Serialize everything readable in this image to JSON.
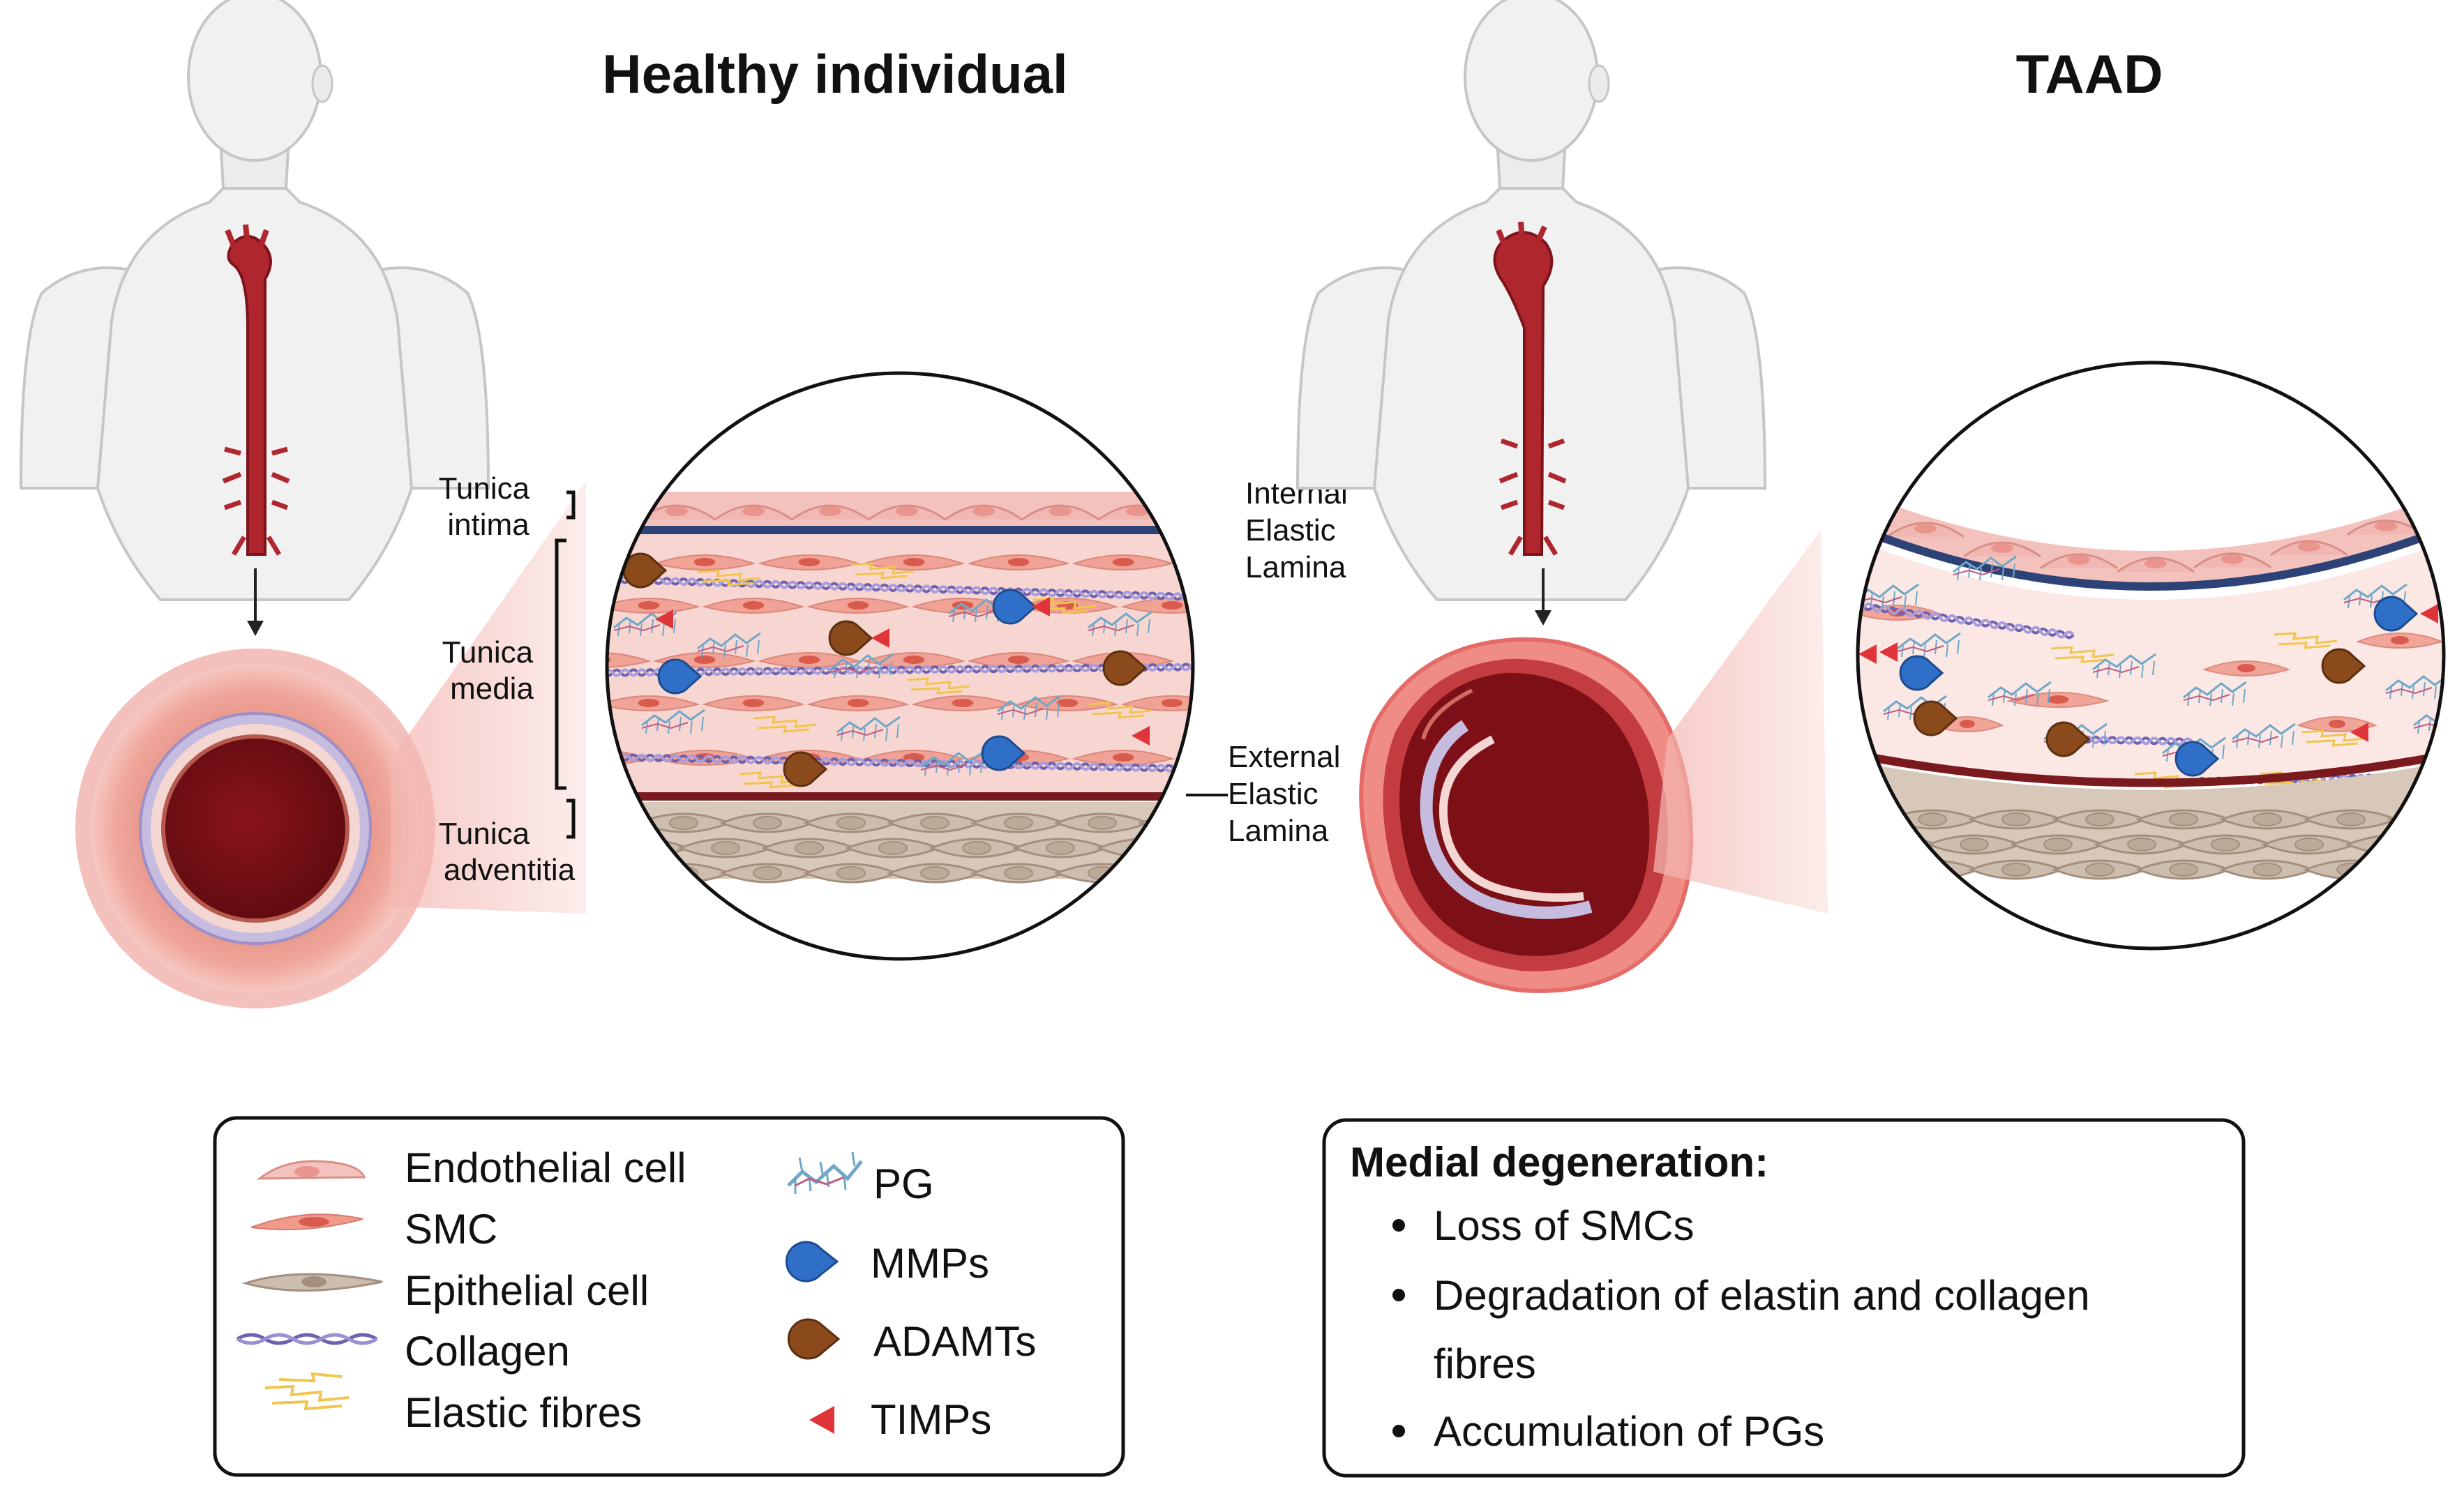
{
  "titles": {
    "healthy": "Healthy individual",
    "taad": "TAAD"
  },
  "layer_labels": {
    "intima": [
      "Tunica",
      "intima"
    ],
    "media": [
      "Tunica",
      "media"
    ],
    "adventitia": [
      "Tunica",
      "adventitia"
    ],
    "iel": [
      "Internal",
      "Elastic",
      "Lamina"
    ],
    "eel": [
      "External",
      "Elastic",
      "Lamina"
    ]
  },
  "legend": {
    "left_column": [
      {
        "icon": "endothelial-cell-icon",
        "label": "Endothelial cell"
      },
      {
        "icon": "smc-icon",
        "label": "SMC"
      },
      {
        "icon": "epithelial-cell-icon",
        "label": "Epithelial cell"
      },
      {
        "icon": "collagen-icon",
        "label": "Collagen"
      },
      {
        "icon": "elastic-fibres-icon",
        "label": "Elastic fibres"
      }
    ],
    "right_column": [
      {
        "icon": "pg-icon",
        "label": "PG"
      },
      {
        "icon": "mmp-icon",
        "label": "MMPs"
      },
      {
        "icon": "adamt-icon",
        "label": "ADAMTs"
      },
      {
        "icon": "timp-icon",
        "label": "TIMPs"
      }
    ]
  },
  "degeneration": {
    "title": "Medial degeneration:",
    "bullets": [
      [
        "Loss of SMCs"
      ],
      [
        "Degradation of elastin and collagen",
        "fibres"
      ],
      [
        "Accumulation of PGs"
      ]
    ]
  },
  "colors": {
    "aorta": "#b0262f",
    "lumen": "#7c1016",
    "media_wall": "#e9998f",
    "intima_band": "#c2b9dc",
    "endothelial": "#f0b7b3",
    "smc": "#f09a8c",
    "epithelial": "#cdbdae",
    "collagen": "#8e7ec5",
    "elastic": "#f2c54c",
    "pg": "#6fa7c8",
    "mmp": "#2f6fc7",
    "adamt": "#8b4a1c",
    "timp": "#e0343b",
    "iel": "#2d4378",
    "eel": "#7a1a1f",
    "body": "#f1f1f1",
    "body_outline": "#c6c6c6"
  }
}
